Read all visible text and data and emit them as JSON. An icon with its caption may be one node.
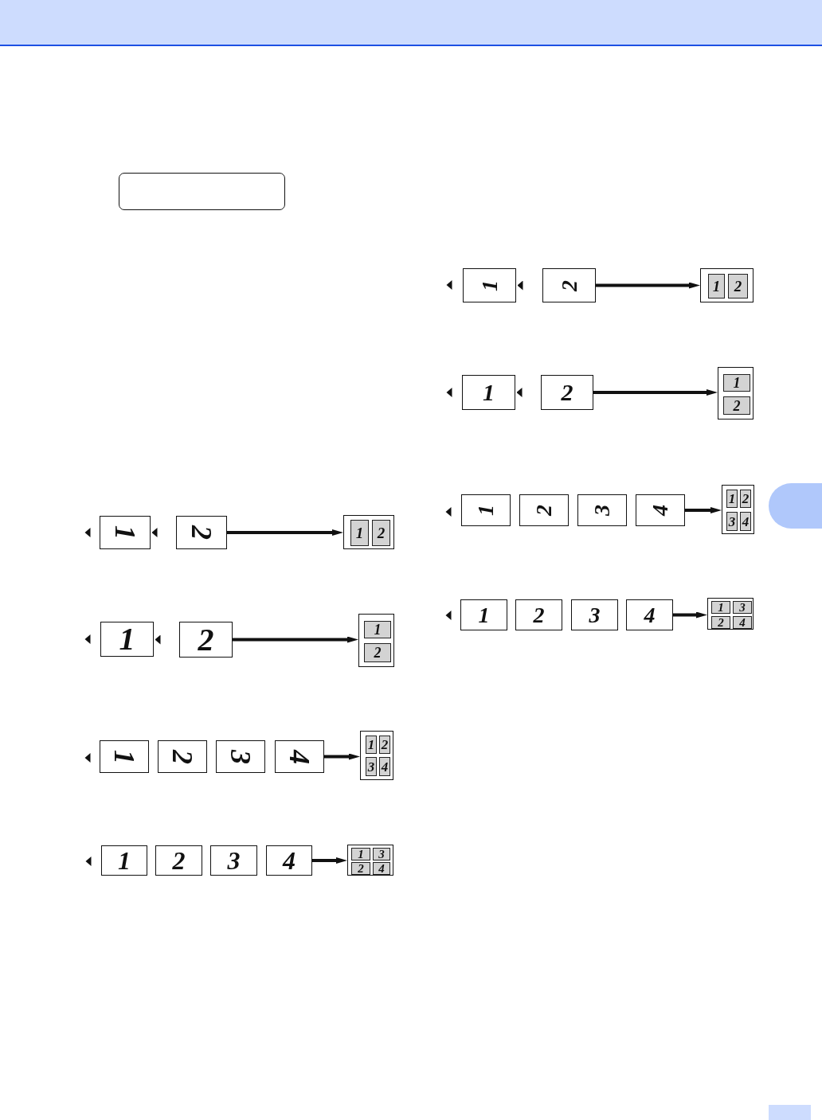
{
  "diagram": {
    "nodes": [
      {
        "text": [],
        "shape": "box"
      },
      {
        "text": [
          "1"
        ]
      },
      {
        "text": [
          "2"
        ]
      },
      {
        "text": [],
        "shape": "box"
      },
      {
        "text": [
          "1"
        ],
        "in": 3
      },
      {
        "text": [
          "2"
        ],
        "in": 3
      },
      {
        "text": [
          "1"
        ]
      },
      {
        "text": [
          "2"
        ]
      },
      {
        "text": [],
        "shape": "box"
      },
      {
        "text": [
          "1"
        ],
        "in": 8
      },
      {
        "text": [
          "2"
        ],
        "in": 8
      },
      {
        "text": [
          "1"
        ]
      },
      {
        "text": [
          "2"
        ]
      },
      {
        "text": [
          "3"
        ]
      },
      {
        "text": [
          "4"
        ]
      },
      {
        "text": [],
        "shape": "box"
      },
      {
        "text": [
          "1"
        ],
        "in": 15
      },
      {
        "text": [
          "2"
        ],
        "in": 15
      },
      {
        "text": [
          "3"
        ],
        "in": 15
      },
      {
        "text": [
          "4"
        ],
        "in": 15
      },
      {
        "text": [
          "1"
        ]
      },
      {
        "text": [
          "2"
        ]
      },
      {
        "text": [
          "3"
        ]
      },
      {
        "text": [
          "4"
        ]
      },
      {
        "text": [],
        "shape": "box"
      },
      {
        "text": [
          "1"
        ],
        "in": 24
      },
      {
        "text": [
          "3"
        ],
        "in": 24
      },
      {
        "text": [
          "2"
        ],
        "in": 24
      },
      {
        "text": [
          "4"
        ],
        "in": 24
      },
      {
        "text": [
          "1"
        ]
      },
      {
        "text": [
          "2"
        ]
      },
      {
        "text": [],
        "shape": "box"
      },
      {
        "text": [
          "1"
        ],
        "in": 31
      },
      {
        "text": [
          "2"
        ],
        "in": 31
      },
      {
        "text": [
          "1"
        ]
      },
      {
        "text": [
          "2"
        ]
      },
      {
        "text": [],
        "shape": "box"
      },
      {
        "text": [
          "1"
        ],
        "in": 36
      },
      {
        "text": [
          "2"
        ],
        "in": 36
      },
      {
        "text": [
          "1"
        ]
      },
      {
        "text": [
          "2"
        ]
      },
      {
        "text": [
          "3"
        ]
      },
      {
        "text": [
          "4"
        ]
      },
      {
        "text": [],
        "shape": "box"
      },
      {
        "text": [
          "1"
        ],
        "in": 43
      },
      {
        "text": [
          "2"
        ],
        "in": 43
      },
      {
        "text": [
          "3"
        ],
        "in": 43
      },
      {
        "text": [
          "4"
        ],
        "in": 43
      },
      {
        "text": [
          "1"
        ]
      },
      {
        "text": [
          "2"
        ]
      },
      {
        "text": [
          "3"
        ]
      },
      {
        "text": [
          "4"
        ]
      },
      {
        "text": [],
        "shape": "box"
      },
      {
        "text": [
          "1"
        ],
        "in": 52
      },
      {
        "text": [
          "3"
        ],
        "in": 52
      },
      {
        "text": [
          "2"
        ],
        "in": 52
      },
      {
        "text": [
          "4"
        ],
        "in": 52
      }
    ],
    "edges": [
      {
        "from": 2,
        "to": 1,
        "arrow": "to"
      },
      {
        "from": 2,
        "to": 3,
        "arrow": "to"
      },
      {
        "from": 7,
        "to": 6,
        "arrow": "to"
      },
      {
        "from": 7,
        "to": 8,
        "arrow": "to"
      },
      {
        "from": 14,
        "to": 15,
        "arrow": "to"
      },
      {
        "from": 23,
        "to": 24,
        "arrow": "to"
      },
      {
        "from": 30,
        "to": 29,
        "arrow": "to"
      },
      {
        "from": 30,
        "to": 31,
        "arrow": "to"
      },
      {
        "from": 35,
        "to": 34,
        "arrow": "to"
      },
      {
        "from": 35,
        "to": 36,
        "arrow": "to"
      },
      {
        "from": 42,
        "to": 43,
        "arrow": "to"
      },
      {
        "from": 51,
        "to": 52,
        "arrow": "to"
      }
    ]
  }
}
